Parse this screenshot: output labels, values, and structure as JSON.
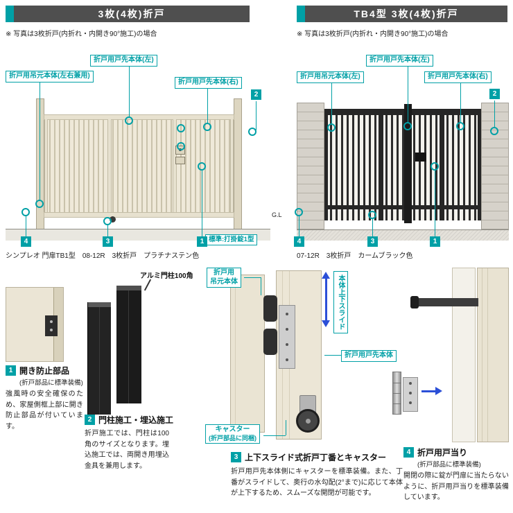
{
  "accent_color": "#00a0a6",
  "left": {
    "title": "3枚(4枚)折戸",
    "note": "※ 写真は3枚折戸(内折れ・内開き90°施工)の場合",
    "label_top": "折戸用戸先本体(左)",
    "label_hinge": "折戸用吊元本体(左右兼用)",
    "label_right": "折戸用戸先本体(右)",
    "marker_1": "1",
    "marker_2": "2",
    "marker_3": "3",
    "marker_4": "4",
    "standard_lock": "標準:打掛錠1型",
    "caption": "シンプレオ 門扉TB1型　08-12R　3枚折戸　プラチナステン色"
  },
  "right": {
    "title": "TB4型 3枚(4枚)折戸",
    "note": "※ 写真は3枚折戸(内折れ・内開き90°施工)の場合",
    "label_top": "折戸用戸先本体(左)",
    "label_hinge": "折戸用吊元本体(左)",
    "label_right": "折戸用戸先本体(右)",
    "marker_1": "1",
    "marker_2": "2",
    "marker_3": "3",
    "marker_4": "4",
    "caption": "07-12R　3枚折戸　カームブラック色"
  },
  "gl_label": "G.L",
  "details": {
    "item1": {
      "num": "1",
      "title": "開き防止部品",
      "subtitle": "(折戸部品に標準装備)",
      "body": "強風時の安全確保のため、家屋側框上部に開き防止部品が付いています。"
    },
    "item2": {
      "num": "2",
      "title": "門柱施工・埋込施工",
      "post_label": "アルミ門柱100角",
      "body": "折戸施工では、門柱は100角のサイズとなります。埋込施工では、両開き用埋込金具を兼用します。"
    },
    "item3": {
      "num": "3",
      "title": "上下スライド式折戸丁番とキャスター",
      "label_hinge_line1": "折戸用",
      "label_hinge_line2": "吊元本体",
      "label_slide": "本体上下スライド",
      "label_end": "折戸用戸先本体",
      "label_caster_line1": "キャスター",
      "label_caster_line2": "(折戸部品に同梱)",
      "body": "折戸用戸先本体側にキャスターを標準装備。また、丁番がスライドして、奥行の水勾配(2°まで)に応じて本体が上下するため、スムーズな開閉が可能です。"
    },
    "item4": {
      "num": "4",
      "title": "折戸用戸当り",
      "subtitle": "(折戸部品に標準装備)",
      "body": "開閉の際に錠が門扉に当たらないように、折戸用戸当りを標準装備しています。"
    }
  }
}
